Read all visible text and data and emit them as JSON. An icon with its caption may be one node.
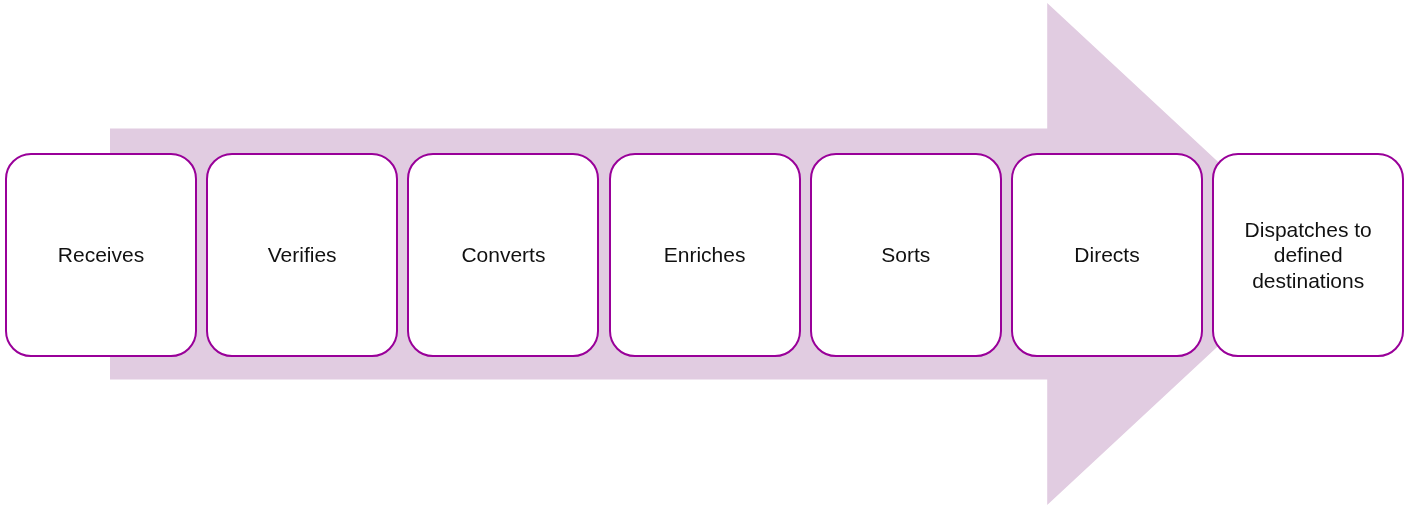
{
  "diagram": {
    "nodes": [
      {
        "text": [
          "Receives"
        ]
      },
      {
        "text": [
          "Verifies"
        ]
      },
      {
        "text": [
          "Converts"
        ]
      },
      {
        "text": [
          "Enriches"
        ]
      },
      {
        "text": [
          "Sorts"
        ]
      },
      {
        "text": [
          "Directs"
        ]
      },
      {
        "text": [
          "Dispatches to defined destinations"
        ]
      }
    ],
    "edges": [
      {
        "from": 0,
        "to": 6,
        "arrow": "to"
      }
    ]
  }
}
